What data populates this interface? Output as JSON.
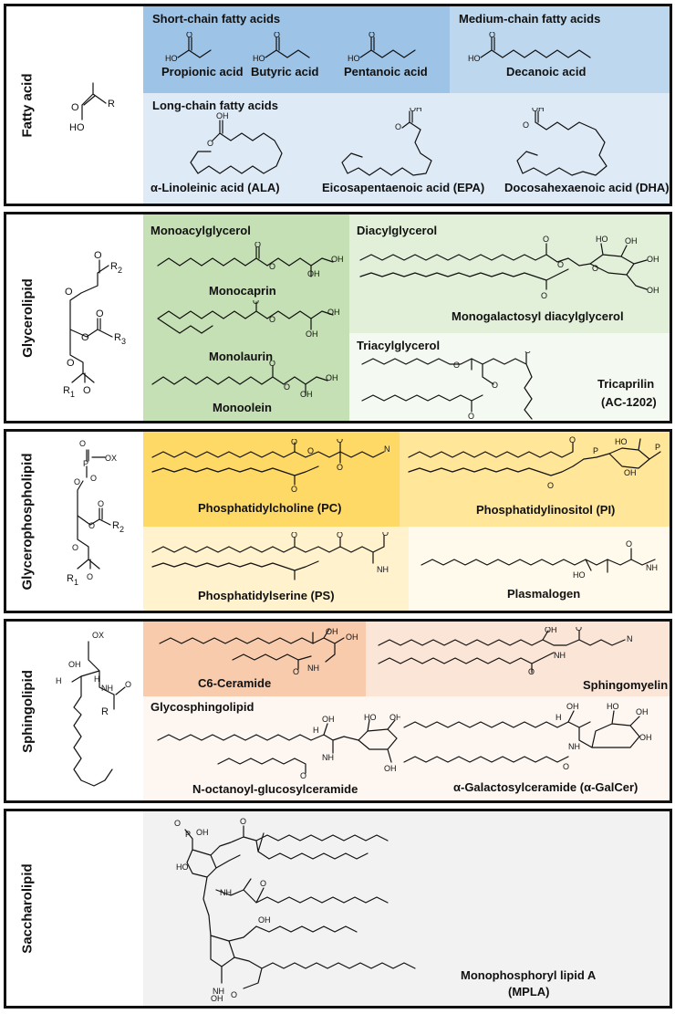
{
  "colors": {
    "fatty_short": "#9dc3e6",
    "fatty_medium": "#bdd7ee",
    "fatty_long": "#deebf7",
    "glycero_mono": "#c5e0b4",
    "glycero_di": "#e2f0d9",
    "glycero_tri": "#f4f9f1",
    "phospho_pc": "#ffd966",
    "phospho_pi": "#ffe699",
    "phospho_ps": "#fff2cc",
    "phospho_plasm": "#fffaeb",
    "sphingo_cer": "#f8cbad",
    "sphingo_sm": "#fbe5d6",
    "sphingo_gly": "#fdf6f1",
    "saccharo": "#f2f2f2"
  },
  "generic_atoms": {
    "O": "O",
    "HO": "HO",
    "R": "R",
    "R1": "R",
    "R2": "R",
    "R3": "R",
    "sub1": "1",
    "sub2": "2",
    "sub3": "3",
    "OX": "OX",
    "P": "P",
    "Ominus": "O",
    "H": "H",
    "OH": "OH",
    "NH": "NH"
  },
  "sections": {
    "fatty_acid": {
      "label": "Fatty acid",
      "short_chain": {
        "title": "Short-chain fatty acids",
        "molecules": [
          "Propionic acid",
          "Butyric acid",
          "Pentanoic acid"
        ]
      },
      "medium_chain": {
        "title": "Medium-chain fatty acids",
        "molecules": [
          "Decanoic acid"
        ]
      },
      "long_chain": {
        "title": "Long-chain fatty acids",
        "molecules": [
          "α-Linoleinic acid (ALA)",
          "Eicosapentaenoic acid (EPA)",
          "Docosahexaenoic acid (DHA)"
        ]
      }
    },
    "glycerolipid": {
      "label": "Glycerolipid",
      "mono": {
        "title": "Monoacylglycerol",
        "molecules": [
          "Monocaprin",
          "Monolaurin",
          "Monoolein"
        ]
      },
      "di": {
        "title": "Diacylglycerol",
        "molecules": [
          "Monogalactosyl diacylglycerol"
        ]
      },
      "tri": {
        "title": "Triacylglycerol",
        "molecules": [
          "Tricaprilin",
          "(AC-1202)"
        ]
      }
    },
    "glycerophospholipid": {
      "label": "Glycerophospholipid",
      "molecules": [
        "Phosphatidylcholine (PC)",
        "Phosphatidylinositol (PI)",
        "Phosphatidylserine (PS)",
        "Plasmalogen"
      ]
    },
    "sphingolipid": {
      "label": "Sphingolipid",
      "molecules": [
        "C6-Ceramide",
        "Sphingomyelin"
      ],
      "glyco": {
        "title": "Glycosphingolipid",
        "molecules": [
          "N-octanoyl-glucosylceramide",
          "α-Galactosylceramide (α-GalCer)"
        ]
      }
    },
    "saccharolipid": {
      "label": "Saccharolipid",
      "molecules": [
        "Monophosphoryl lipid A",
        "(MPLA)"
      ]
    }
  }
}
